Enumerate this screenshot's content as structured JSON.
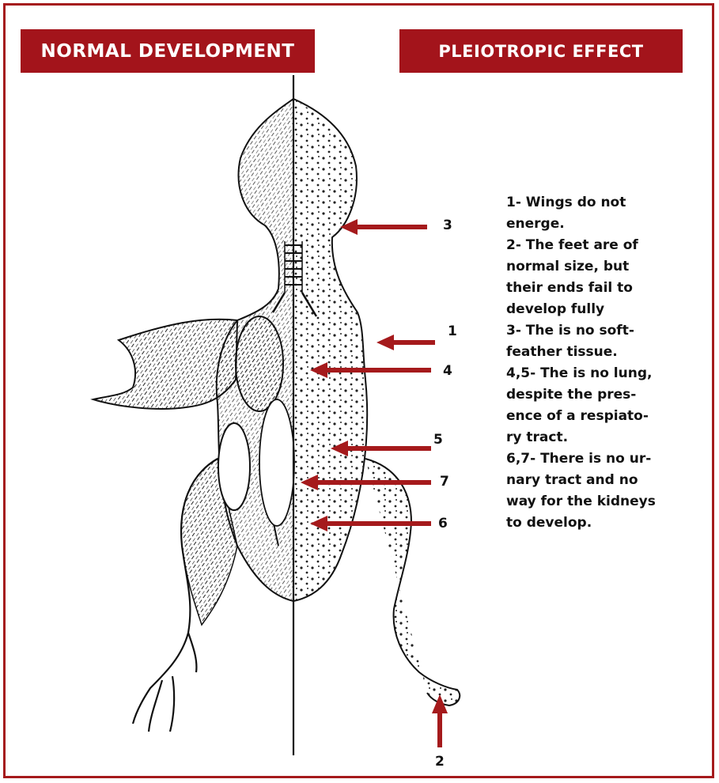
{
  "headers": {
    "left": "NORMAL DEVELOPMENT",
    "right": "PLEIOTROPIC EFFECT"
  },
  "legend": [
    {
      "id": "1",
      "text": "1- Wings do not\nenerge."
    },
    {
      "id": "2",
      "text": "2- The feet are of\nnormal size, but\ntheir ends fail to\ndevelop fully"
    },
    {
      "id": "3",
      "text": "3- The is no soft-\nfeather tissue."
    },
    {
      "id": "4,5",
      "text": "4,5- The is no lung,\ndespite the pres-\nence of a respiato-\nry tract."
    },
    {
      "id": "6,7",
      "text": "6,7- There is no ur-\nnary tract and no\nway for the kidneys\nto develop."
    }
  ],
  "pointers": [
    {
      "label": "3"
    },
    {
      "label": "1"
    },
    {
      "label": "4"
    },
    {
      "label": "5"
    },
    {
      "label": "7"
    },
    {
      "label": "6"
    },
    {
      "label": "2"
    }
  ],
  "colors": {
    "accent": "#a3141b",
    "arrow": "#a51a1c",
    "ink": "#111111"
  }
}
